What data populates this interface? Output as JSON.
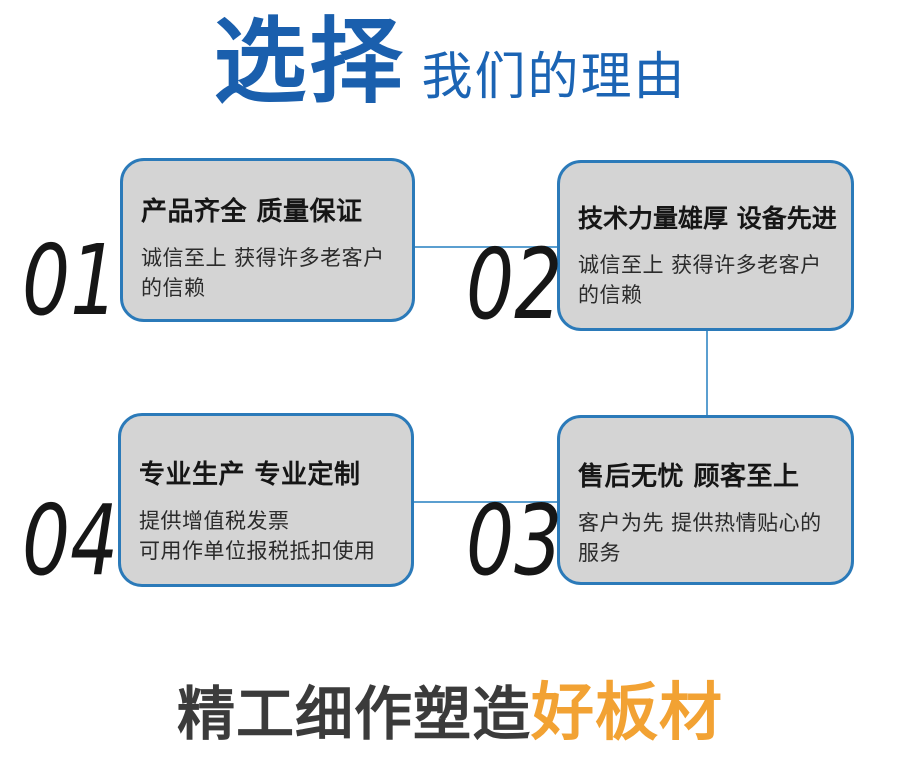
{
  "title": {
    "main": "选择",
    "sub": "我们的理由"
  },
  "cards": [
    {
      "number": "01",
      "title": "产品齐全 质量保证",
      "desc": "诚信至上 获得许多老客户\n的信赖"
    },
    {
      "number": "02",
      "title": "技术力量雄厚 设备先进",
      "desc": "诚信至上 获得许多老客户\n的信赖"
    },
    {
      "number": "03",
      "title": "售后无忧 顾客至上",
      "desc": "客户为先 提供热情贴心的\n服务"
    },
    {
      "number": "04",
      "title": "专业生产 专业定制",
      "desc": "提供增值税发票\n可用作单位报税抵扣使用"
    }
  ],
  "footer": {
    "dark": "精工细作塑造",
    "accent": "好板材"
  },
  "colors": {
    "title_blue": "#1a5fad",
    "card_border_blue": "#2b7ab9",
    "card_fill_gray": "#d4d4d4",
    "connector_blue": "#5b9fd0",
    "footer_dark": "#3b3b3b",
    "footer_orange": "#f2a233",
    "number_black": "#161616"
  }
}
